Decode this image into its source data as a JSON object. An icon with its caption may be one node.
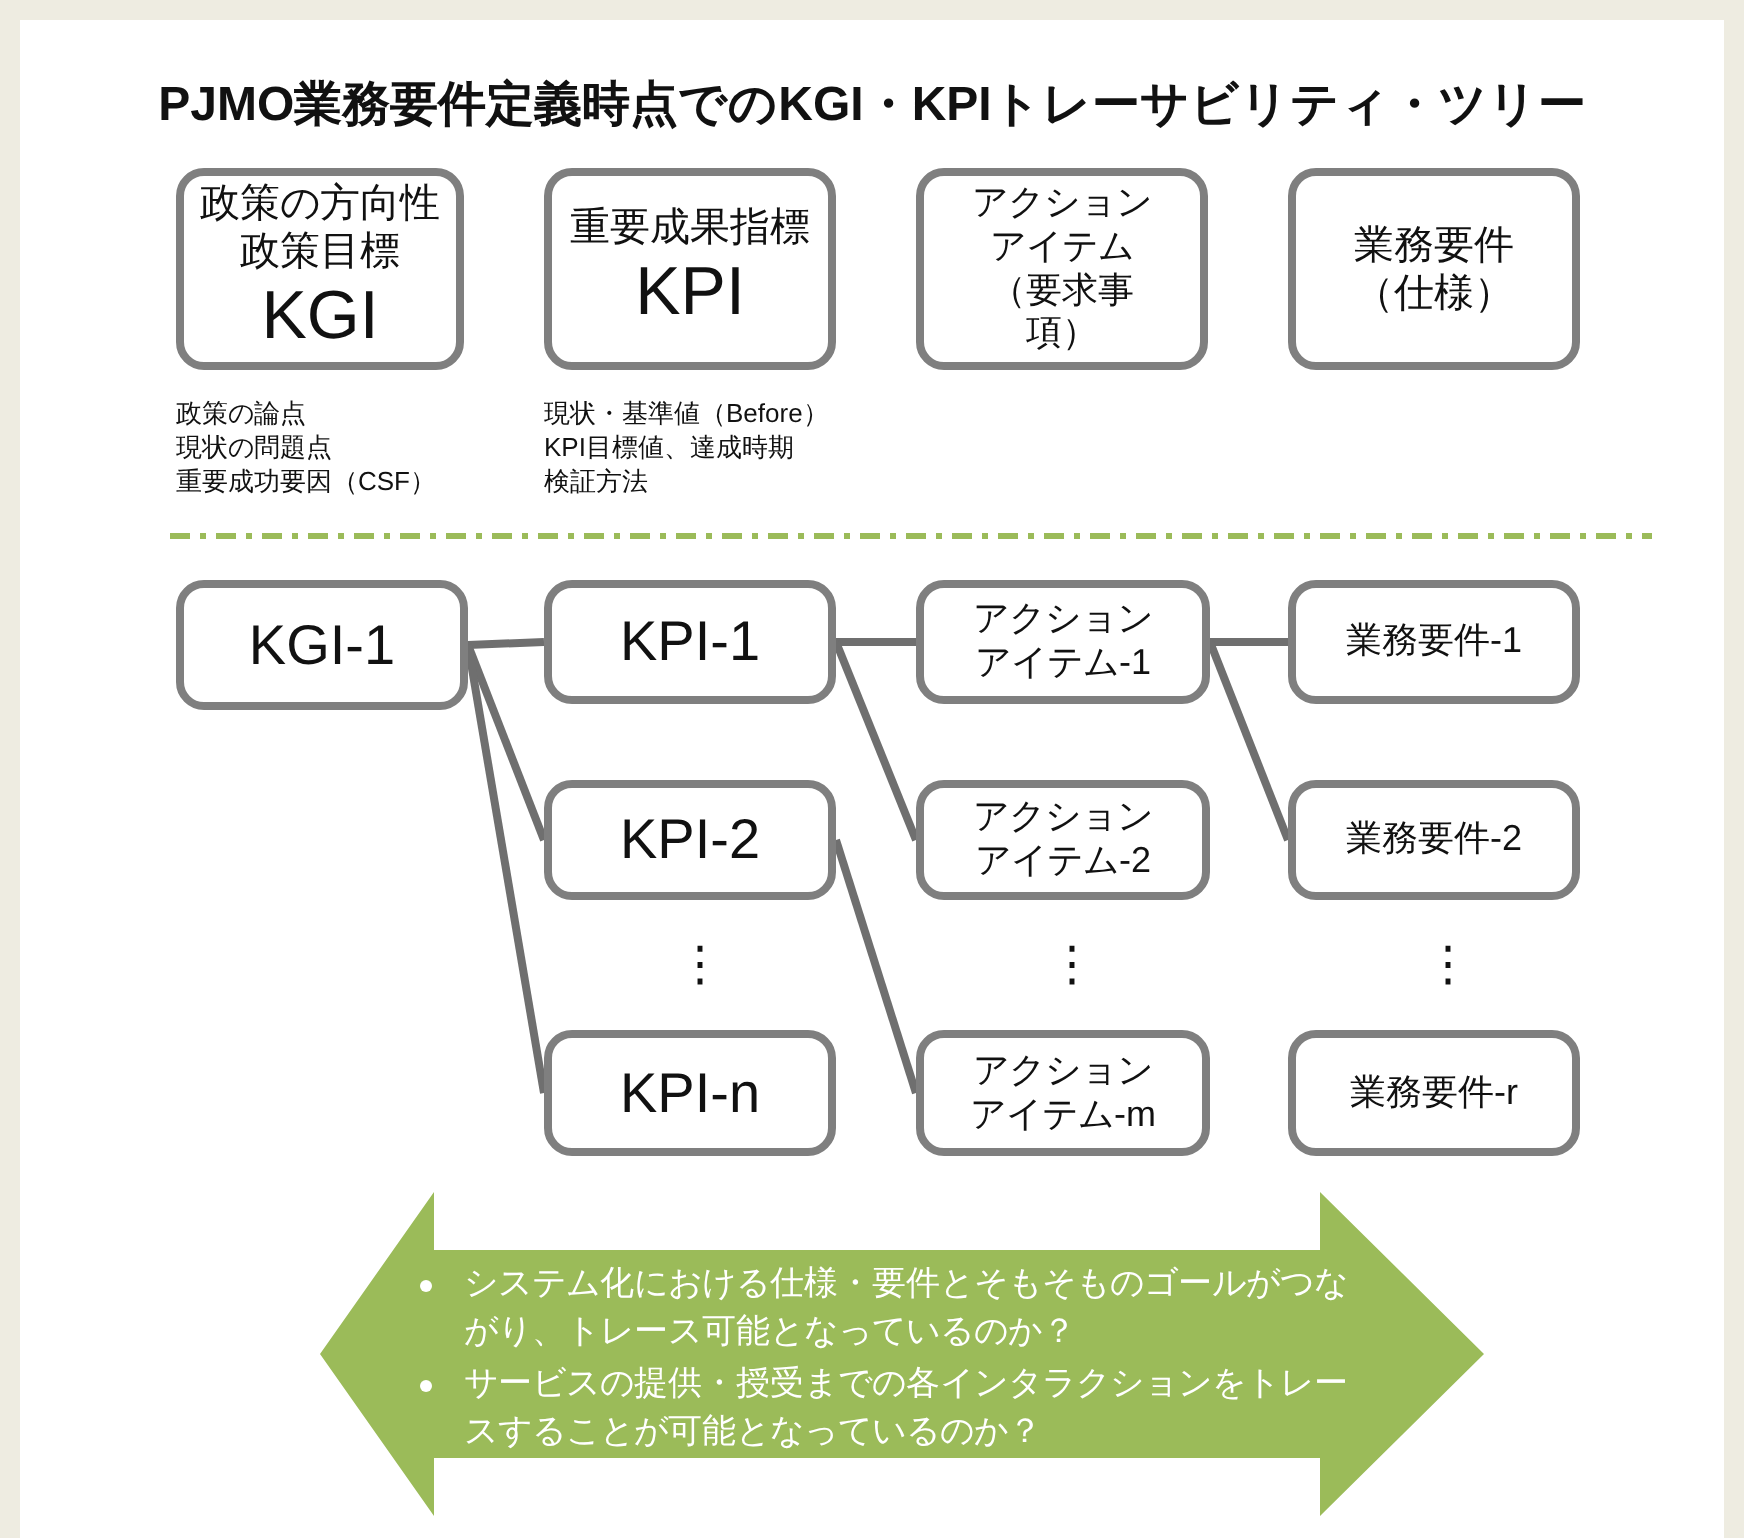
{
  "diagram": {
    "title": "PJMO業務要件定義時点でのKGI・KPIトレーサビリティ・ツリー",
    "nodes": [
      {
        "text": [
          "政策の方向性政策目標",
          "KGI"
        ],
        "beside": [
          "政策の論点",
          "現状の問題点",
          "重要成功要因（CSF）"
        ]
      },
      {
        "text": [
          "重要成果指標",
          "KPI"
        ],
        "beside": [
          "現状・基準値（Before）",
          "KPI目標値、達成時期",
          "検証方法"
        ]
      },
      {
        "text": [
          "アクションアイテム（要求事項）"
        ]
      },
      {
        "text": [
          "業務要件（仕様）"
        ]
      },
      {
        "text": [
          "KGI-1"
        ]
      },
      {
        "text": [
          "KPI-1"
        ]
      },
      {
        "text": [
          "KPI-2"
        ]
      },
      {
        "text": [
          "KPI-n"
        ]
      },
      {
        "text": [
          "アクションアイテム-1"
        ]
      },
      {
        "text": [
          "アクションアイテム-2"
        ]
      },
      {
        "text": [
          "アクションアイテム-m"
        ]
      },
      {
        "text": [
          "業務要件-1"
        ]
      },
      {
        "text": [
          "業務要件-2"
        ]
      },
      {
        "text": [
          "業務要件-r"
        ]
      },
      {
        "text": [
          "システム化における仕様・要件とそもそものゴールがつながり、トレース可能となっているのか？",
          "サービスの提供・授受までの各インタラクションをトレースすることが可能となっているのか？"
        ]
      }
    ],
    "edges": [
      {
        "from": 4,
        "to": 5,
        "arrow": "none"
      },
      {
        "from": 4,
        "to": 6,
        "arrow": "none"
      },
      {
        "from": 4,
        "to": 7,
        "arrow": "none"
      },
      {
        "from": 5,
        "to": 8,
        "arrow": "none"
      },
      {
        "from": 5,
        "to": 9,
        "arrow": "none"
      },
      {
        "from": 6,
        "to": 10,
        "arrow": "none"
      },
      {
        "from": 8,
        "to": 11,
        "arrow": "none"
      },
      {
        "from": 8,
        "to": 12,
        "arrow": "none"
      }
    ],
    "labels": [
      "⋮",
      "⋮",
      "⋮"
    ]
  }
}
